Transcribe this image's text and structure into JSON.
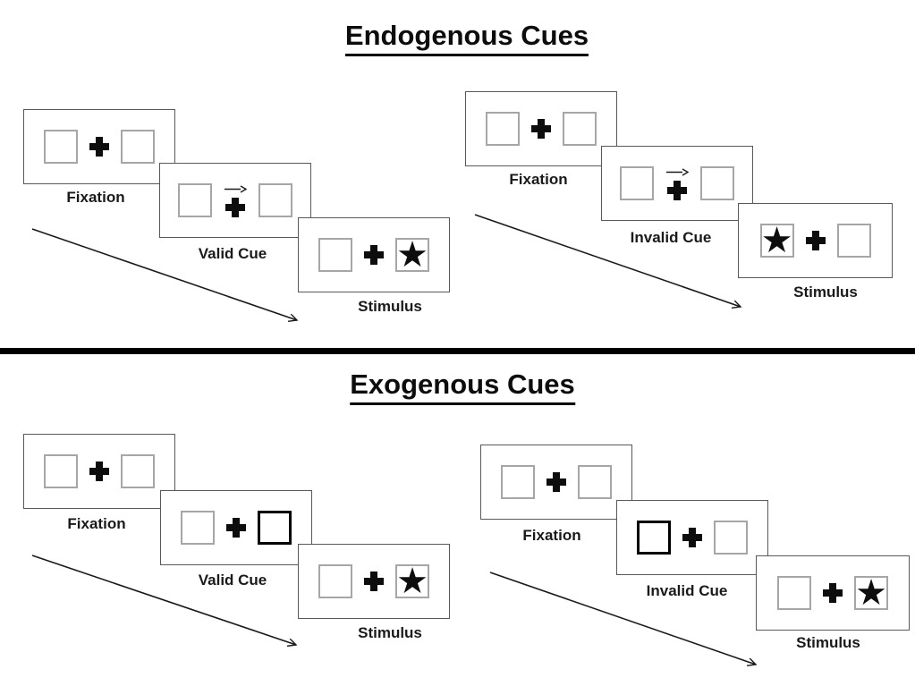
{
  "sections": [
    {
      "title": "Endogenous Cues",
      "sequences": [
        {
          "condition": "valid",
          "steps": [
            {
              "label": "Fixation",
              "screen": "fixation"
            },
            {
              "label": "Valid Cue",
              "screen": "central-arrow-cue-right"
            },
            {
              "label": "Stimulus",
              "screen": "star-right"
            }
          ]
        },
        {
          "condition": "invalid",
          "steps": [
            {
              "label": "Fixation",
              "screen": "fixation"
            },
            {
              "label": "Invalid Cue",
              "screen": "central-arrow-cue-right"
            },
            {
              "label": "Stimulus",
              "screen": "star-left"
            }
          ]
        }
      ]
    },
    {
      "title": "Exogenous Cues",
      "sequences": [
        {
          "condition": "valid",
          "steps": [
            {
              "label": "Fixation",
              "screen": "fixation"
            },
            {
              "label": "Valid Cue",
              "screen": "peripheral-box-cue-right"
            },
            {
              "label": "Stimulus",
              "screen": "star-right"
            }
          ]
        },
        {
          "condition": "invalid",
          "steps": [
            {
              "label": "Fixation",
              "screen": "fixation"
            },
            {
              "label": "Invalid Cue",
              "screen": "peripheral-box-cue-left"
            },
            {
              "label": "Stimulus",
              "screen": "star-right"
            }
          ]
        }
      ]
    }
  ],
  "glyphs": {
    "target_star": "★",
    "fixation_cross": "+",
    "cue_arrow_direction": "right"
  },
  "colors": {
    "ink": "#000000",
    "panel_border": "#595959",
    "square_border": "#a6a6a6",
    "cue_highlight": "#000000",
    "background": "#ffffff"
  }
}
